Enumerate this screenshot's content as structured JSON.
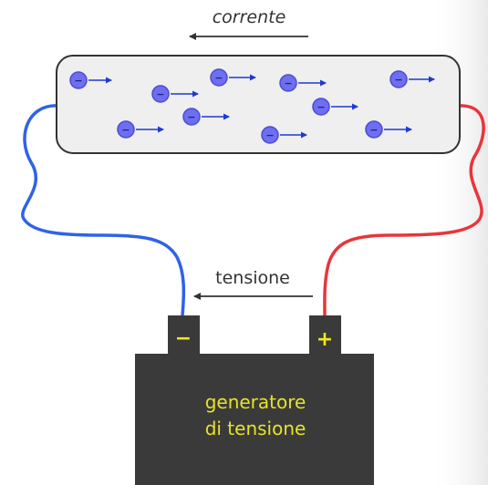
{
  "labels": {
    "current": "corrente",
    "voltage": "tensione",
    "generator_line1": "generatore",
    "generator_line2": "di tensione",
    "minus": "−",
    "plus": "+",
    "electron_symbol": "−"
  },
  "colors": {
    "negative_wire": "#2f63e6",
    "positive_wire": "#e8353a",
    "electron_fill": "#6d6ff0",
    "electron_stroke": "#4b4bd6",
    "arrow": "#1f3ad0",
    "battery": "#3a3a3a",
    "terminal_text": "#f0e81a",
    "generator_text": "#e6e32a",
    "conductor_fill": "#efefef",
    "conductor_stroke": "#333333"
  }
}
